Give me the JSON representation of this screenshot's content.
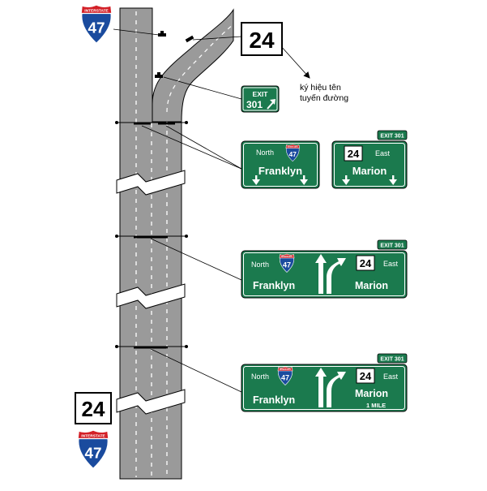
{
  "shield": {
    "banner": "INTERSTATE",
    "number": "47"
  },
  "route_marker": {
    "number": "24"
  },
  "annotation": {
    "line1": "ký hiệu tên",
    "line2": "tuyến đường"
  },
  "exit_gore_sign": {
    "label": "EXIT",
    "number": "301",
    "arrow": "up-right-arrow-icon"
  },
  "exit_tab": {
    "label": "EXIT 301"
  },
  "signs": {
    "franklyn": {
      "direction": "North",
      "city": "Franklyn"
    },
    "marion": {
      "direction": "East",
      "city": "Marion"
    },
    "distance": "1 MILE"
  },
  "colors": {
    "road": "#9a9a9a",
    "sign_green": "#1b7a4e",
    "shield_blue": "#1a4b9e",
    "shield_red": "#d32027",
    "lane_line": "#ffffff",
    "outline": "#000000"
  }
}
